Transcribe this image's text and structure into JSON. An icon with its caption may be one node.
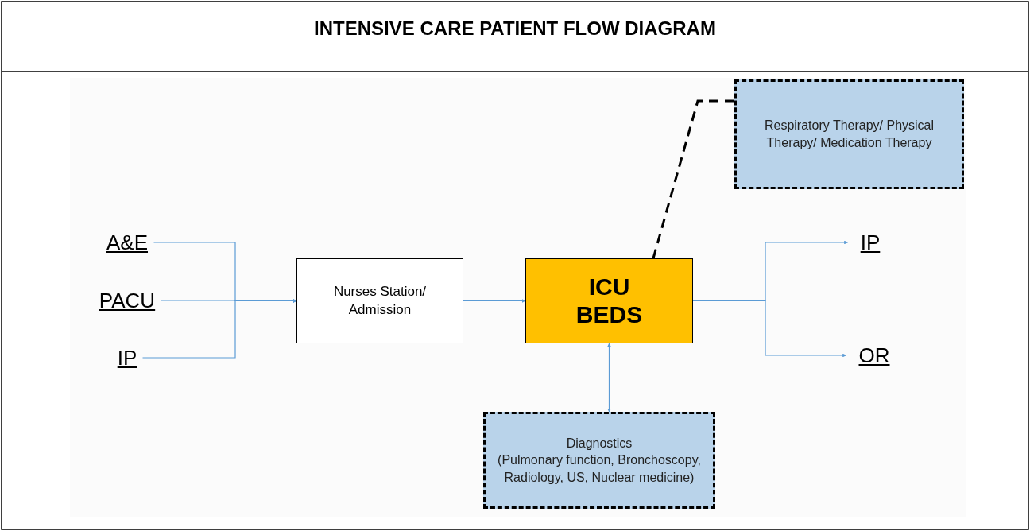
{
  "diagram": {
    "title": "INTENSIVE CARE PATIENT FLOW DIAGRAM",
    "nodes": [
      {
        "text": [
          "A&E"
        ]
      },
      {
        "text": [
          "PACU"
        ]
      },
      {
        "text": [
          "IP"
        ]
      },
      {
        "text": [
          "Nurses Station/ Admission"
        ]
      },
      {
        "text": [
          "ICU BEDS"
        ]
      },
      {
        "text": [
          "Respiratory Therapy/ Physical Therapy/ Medication Therapy"
        ]
      },
      {
        "text": [
          "IP"
        ]
      },
      {
        "text": [
          "OR"
        ]
      },
      {
        "text": [
          "Diagnostics",
          "(Pulmonary function, Bronchoscopy, Radiology, US, Nuclear medicine)"
        ]
      }
    ],
    "edges": [
      {
        "from": 0,
        "to": 3,
        "arrow": "to"
      },
      {
        "from": 1,
        "to": 3,
        "arrow": "to"
      },
      {
        "from": 2,
        "to": 3,
        "arrow": "to"
      },
      {
        "from": 3,
        "to": 4,
        "arrow": "to"
      },
      {
        "from": 4,
        "to": 6,
        "arrow": "to"
      },
      {
        "from": 4,
        "to": 7,
        "arrow": "to"
      },
      {
        "from": 4,
        "to": 8,
        "arrow": "both"
      },
      {
        "from": 5,
        "to": 4,
        "arrow": "none",
        "style": "dashed",
        "color": "#000000"
      }
    ]
  }
}
